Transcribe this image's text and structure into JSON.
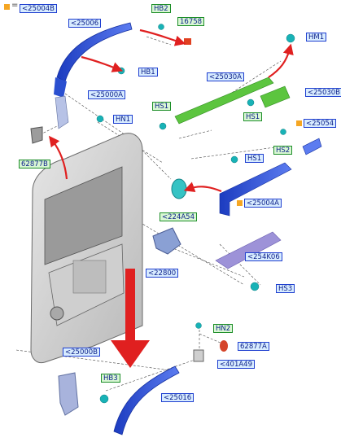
{
  "legend": {
    "marker_color": "#f5a623",
    "equals": "=",
    "part": "<25004B"
  },
  "colors": {
    "callout_blue_bg": "#d8ecff",
    "callout_blue_border": "#1f3fd0",
    "callout_green_bg": "#d9f7d4",
    "callout_green_border": "#1f8f2a",
    "arrow_red": "#e02020",
    "track_blue": "#2a4fd0",
    "seal_green": "#57c63a",
    "clip_cyan": "#19b3b8"
  },
  "labels": {
    "l25006": "<25006",
    "hb2": "HB2",
    "l16758": "16758",
    "hm1": "HM1",
    "hb1": "HB1",
    "l25000a": "<25000A",
    "hn1": "HN1",
    "l62877b": "62877B",
    "l25030a": "<25030A",
    "l25030b": "<25030B",
    "hs1_a": "HS1",
    "hs1_b": "HS1",
    "l25054": "<25054",
    "hs2": "HS2",
    "hs1_c": "HS1",
    "l25004a": "<25004A",
    "l224a54": "<224A54",
    "l22800": "<22800",
    "l254k06": "<254K06",
    "hs3": "HS3",
    "hn2": "HN2",
    "l62877a": "62877A",
    "l401a49": "<401A49",
    "l25000b": "<25000B",
    "hb3": "HB3",
    "l25016": "<25016"
  }
}
